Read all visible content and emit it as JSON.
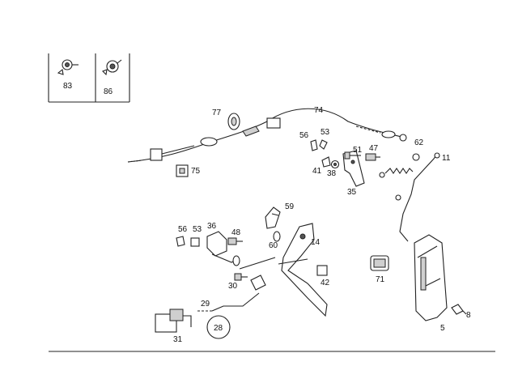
{
  "legend": {
    "left_label": "83",
    "right_label": "86"
  },
  "callouts": {
    "c77": "77",
    "c74": "74",
    "c56a": "56",
    "c53a": "53",
    "c62": "62",
    "c11": "11",
    "c51": "51",
    "c47": "47",
    "c41": "41",
    "c38": "38",
    "c35": "35",
    "c75": "75",
    "c59": "59",
    "c56b": "56",
    "c53b": "53",
    "c36": "36",
    "c48": "48",
    "c60": "60",
    "c14": "14",
    "c42": "42",
    "c30": "30",
    "c71": "71",
    "c29": "29",
    "c28": "28",
    "c31": "31",
    "c8": "8",
    "c5": "5"
  }
}
